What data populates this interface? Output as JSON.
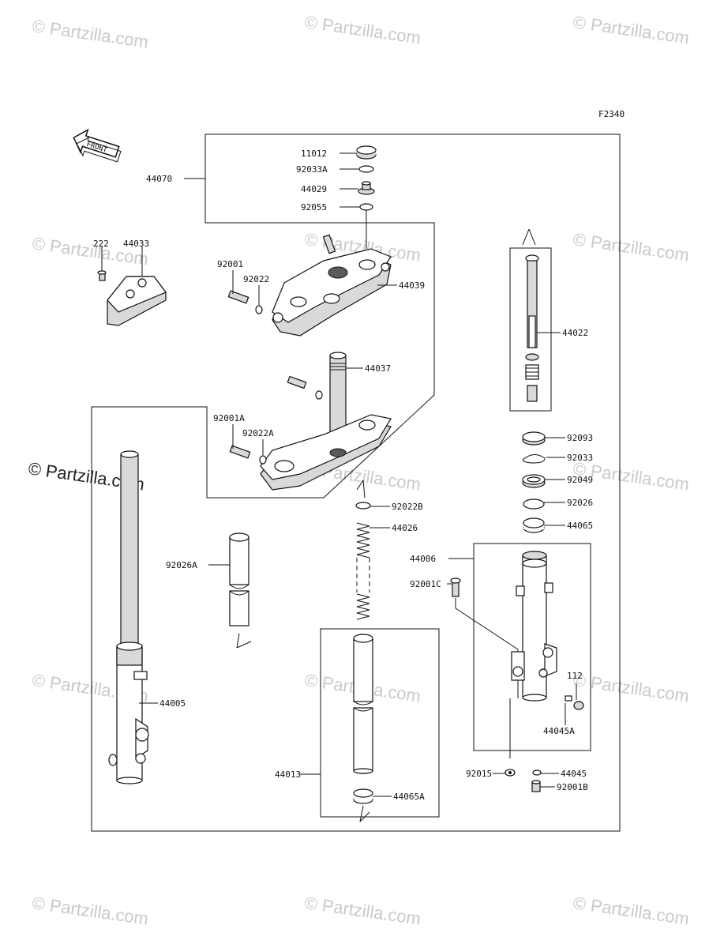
{
  "figure_code": "F2340",
  "front_arrow_label": "FRONT",
  "watermark_text": "© Partzilla.com",
  "part_labels": {
    "p11012": "11012",
    "p92033A": "92033A",
    "p44029": "44029",
    "p92055": "92055",
    "p44070": "44070",
    "p222": "222",
    "p44033": "44033",
    "p92001": "92001",
    "p92022": "92022",
    "p44039": "44039",
    "p44037": "44037",
    "p92001A": "92001A",
    "p92022A": "92022A",
    "p44022": "44022",
    "p92093": "92093",
    "p92033": "92033",
    "p92049": "92049",
    "p92026": "92026",
    "p44065": "44065",
    "p92022B": "92022B",
    "p44026": "44026",
    "p92026A": "92026A",
    "p44006": "44006",
    "p92001C": "92001C",
    "p112": "112",
    "p44045A": "44045A",
    "p44005": "44005",
    "p44013": "44013",
    "p92015": "92015",
    "p44045": "44045",
    "p92001B": "92001B",
    "p44065A": "44065A"
  }
}
